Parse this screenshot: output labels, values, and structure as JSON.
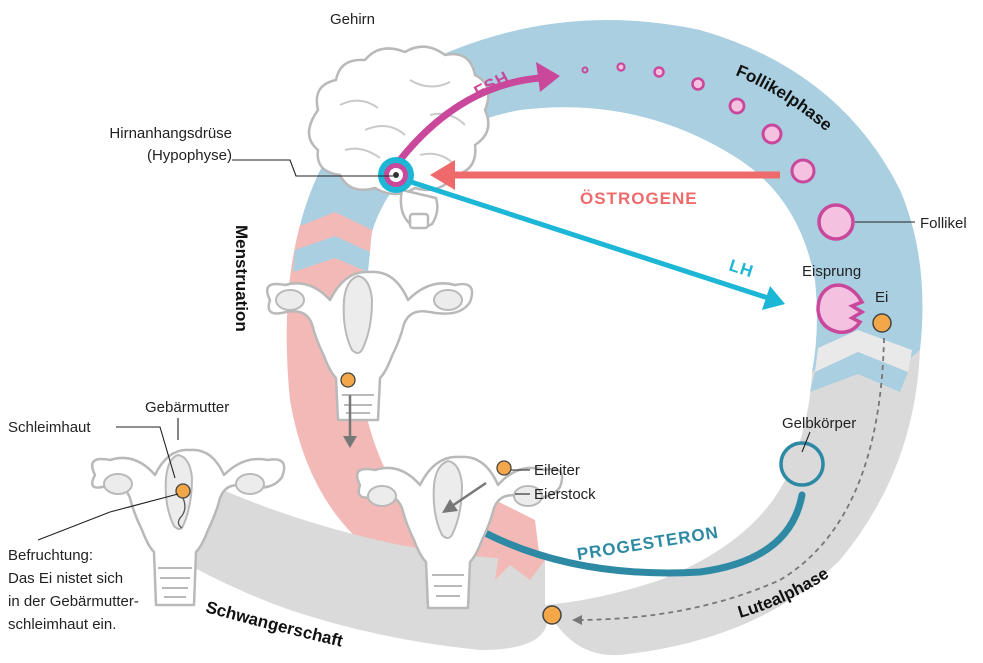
{
  "labels": {
    "brain": "Gehirn",
    "pituitary": "Hirnanhangsdrüse",
    "pituitary_alt": "(Hypophyse)",
    "follicle": "Follikel",
    "ovulation": "Eisprung",
    "egg": "Ei",
    "corpus_luteum": "Gelbkörper",
    "oviduct": "Eileiter",
    "ovary": "Eierstock",
    "uterus": "Gebärmutter",
    "mucosa": "Schleimhaut",
    "fertilization": [
      "Befruchtung:",
      "Das Ei nistet sich",
      "in der Gebärmutter-",
      "schleimhaut ein."
    ]
  },
  "phases": {
    "follicular": "Follikelphase",
    "luteal": "Lutealphase",
    "menstruation": "Menstruation",
    "pregnancy": "Schwangerschaft"
  },
  "hormones": {
    "fsh": "FSH",
    "estrogen": "ÖSTROGENE",
    "lh": "LH",
    "progesterone": "PROGESTERON"
  },
  "colors": {
    "follicular_band": "#a9cfe0",
    "luteal_band": "#dadada",
    "menstruation_band": "#f2b9b7",
    "fsh": "#c9489c",
    "estrogen": "#ef6b6b",
    "lh": "#1cb6d6",
    "progesterone": "#2e8aa4",
    "egg": "#f4a748"
  }
}
